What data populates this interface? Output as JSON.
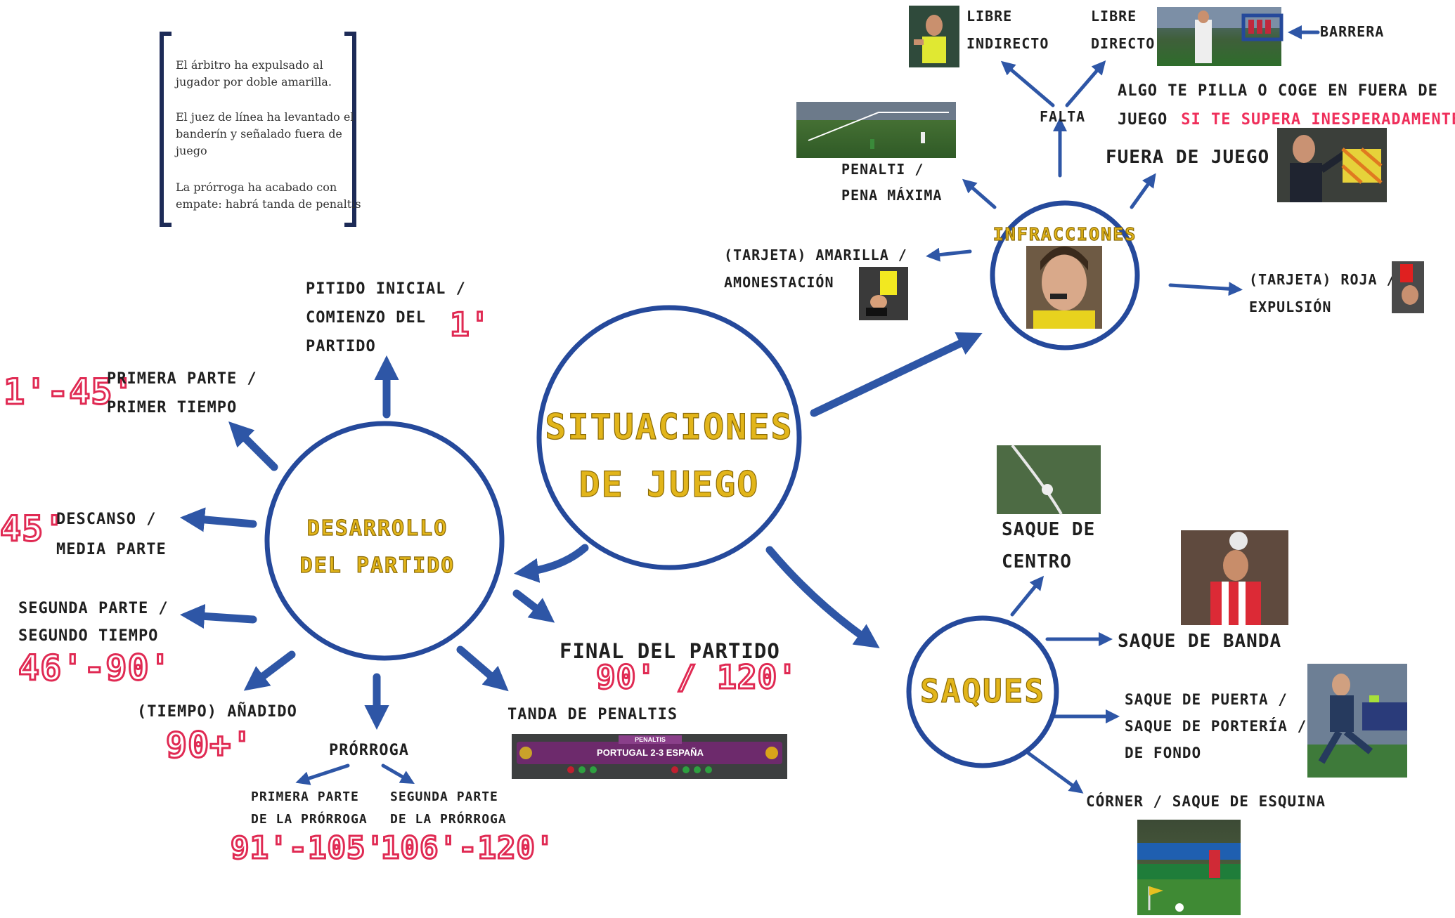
{
  "notes": [
    "El árbitro ha expulsado al",
    "jugador por doble amarilla.",
    "El juez de línea ha levantado el",
    "banderín y señalado fuera de",
    "juego",
    "La prórroga ha acabado con",
    "empate: habrá  tanda de penaltis"
  ],
  "center": {
    "line1": "SITUACIONES",
    "line2": "DE JUEGO"
  },
  "desarrollo": {
    "line1": "DESARROLLO",
    "line2": "DEL PARTIDO",
    "pitido": {
      "l1": "PITIDO INICIAL /",
      "l2": "COMIENZO DEL",
      "l3": "PARTIDO",
      "time": "1'"
    },
    "primera": {
      "l1": "PRIMERA PARTE /",
      "l2": "PRIMER TIEMPO",
      "time": "1'-45'"
    },
    "descanso": {
      "l1": "DESCANSO /",
      "l2": "MEDIA PARTE",
      "time": "45'"
    },
    "segunda": {
      "l1": "SEGUNDA PARTE /",
      "l2": "SEGUNDO TIEMPO",
      "time": "46'-90'"
    },
    "anadido": {
      "l1": "(TIEMPO) AÑADIDO",
      "time": "90+'"
    },
    "prorroga": {
      "label": "PRÓRROGA",
      "p1": {
        "l1": "PRIMERA PARTE",
        "l2": "DE LA PRÓRROGA",
        "time": "91'-105'"
      },
      "p2": {
        "l1": "SEGUNDA PARTE",
        "l2": "DE LA PRÓRROGA",
        "time": "106'-120'"
      }
    },
    "tanda": {
      "label": "TANDA DE PENALTIS",
      "score_header": "PENALTIS",
      "score": "PORTUGAL  2-3  ESPAÑA"
    },
    "final": {
      "l1": "FINAL DEL PARTIDO",
      "time": "90' / 120'"
    }
  },
  "infracciones": {
    "title": "INFRACCIONES",
    "falta": "FALTA",
    "libre_indirecto": {
      "l1": "LIBRE",
      "l2": "INDIRECTO"
    },
    "libre_directo": {
      "l1": "LIBRE",
      "l2": "DIRECTO"
    },
    "barrera": "BARRERA",
    "penalti": {
      "l1": "PENALTI /",
      "l2": "PENA MÁXIMA"
    },
    "fuera_juego": {
      "title": "FUERA DE JUEGO",
      "desc1": "ALGO TE PILLA O COGE EN FUERA DE",
      "desc2a": "JUEGO",
      "desc2b": "SI TE SUPERA INESPERADAMENTE"
    },
    "amarilla": {
      "l1": "(TARJETA) AMARILLA /",
      "l2": "AMONESTACIÓN"
    },
    "roja": {
      "l1": "(TARJETA) ROJA /",
      "l2": "EXPULSIÓN"
    }
  },
  "saques": {
    "title": "SAQUES",
    "centro": {
      "l1": "SAQUE DE",
      "l2": "CENTRO"
    },
    "banda": "SAQUE DE BANDA",
    "puerta": {
      "l1": "SAQUE DE PUERTA /",
      "l2": "SAQUE DE PORTERÍA /",
      "l3": "DE FONDO"
    },
    "corner": "CÓRNER / SAQUE DE ESQUINA"
  },
  "colors": {
    "circle": "#25499b",
    "arrow": "#2e56a6",
    "gold": "#e2b51a",
    "red": "#e02a53"
  }
}
